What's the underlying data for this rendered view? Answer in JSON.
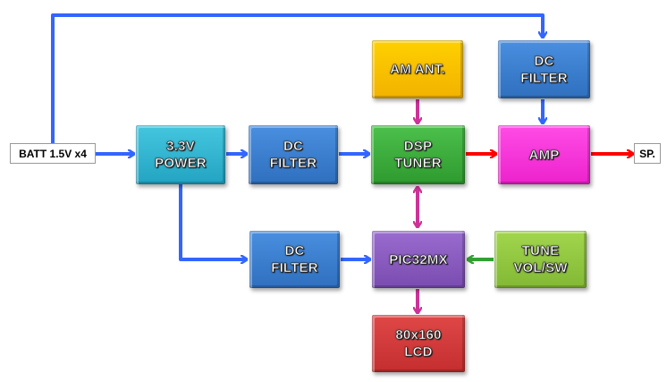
{
  "diagram": {
    "title": "Battery-powered AM DSP radio block diagram",
    "terminals": {
      "battery": "BATT 1.5V x4",
      "speaker": "SP."
    },
    "blocks": {
      "power": {
        "line1": "3.3V",
        "line2": "POWER",
        "color": "#2fb3cf"
      },
      "dc_filter_main": {
        "line1": "DC",
        "line2": "FILTER",
        "color": "#3a7fd0"
      },
      "dsp_tuner": {
        "line1": "DSP",
        "line2": "TUNER",
        "color": "#3cae3c"
      },
      "amp": {
        "line1": "AMP",
        "color": "#ff33dd"
      },
      "am_ant": {
        "line1": "AM ANT.",
        "color": "#ffc000"
      },
      "dc_filter_amp": {
        "line1": "DC",
        "line2": "FILTER",
        "color": "#3a7fd0"
      },
      "dc_filter_mcu": {
        "line1": "DC",
        "line2": "FILTER",
        "color": "#3a7fd0"
      },
      "mcu": {
        "line1": "PIC32MX",
        "color": "#8a5cc0"
      },
      "controls": {
        "line1": "TUNE",
        "line2": "VOL/SW",
        "color": "#92c83e"
      },
      "lcd": {
        "line1": "80x160",
        "line2": "LCD",
        "color": "#d33a3a"
      }
    },
    "connections": [
      {
        "from": "battery",
        "to": "power",
        "type": "power"
      },
      {
        "from": "battery",
        "to": "dc_filter_amp",
        "type": "power"
      },
      {
        "from": "power",
        "to": "dc_filter_main",
        "type": "power"
      },
      {
        "from": "power",
        "to": "dc_filter_mcu",
        "type": "power"
      },
      {
        "from": "dc_filter_main",
        "to": "dsp_tuner",
        "type": "power"
      },
      {
        "from": "dc_filter_mcu",
        "to": "mcu",
        "type": "power"
      },
      {
        "from": "dc_filter_amp",
        "to": "amp",
        "type": "power"
      },
      {
        "from": "am_ant",
        "to": "dsp_tuner",
        "type": "signal"
      },
      {
        "from": "dsp_tuner",
        "to": "amp",
        "type": "audio"
      },
      {
        "from": "amp",
        "to": "speaker",
        "type": "audio"
      },
      {
        "from": "dsp_tuner",
        "to": "mcu",
        "type": "bidirectional-control"
      },
      {
        "from": "controls",
        "to": "mcu",
        "type": "input"
      },
      {
        "from": "mcu",
        "to": "lcd",
        "type": "signal"
      }
    ],
    "wire_colors": {
      "power": "#3366ff",
      "audio": "#ff0000",
      "control": "#cc3399",
      "input": "#33a033"
    }
  }
}
